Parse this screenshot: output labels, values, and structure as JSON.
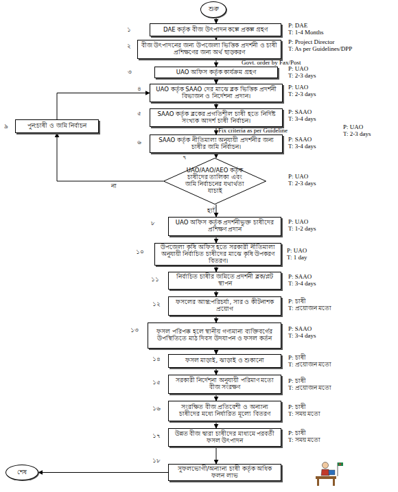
{
  "diagram": {
    "nodes": [
      {
        "text": [
          "শুরু"
        ]
      },
      {
        "text": [
          "DAE কর্তৃক বীজ উৎপাদন কল্পে প্রকল্প গ্রহণ"
        ]
      },
      {
        "text": [
          "বীজ উৎপাদনের জন্য উপজেলা ভিত্তিক প্রদর্শনী ও চাষী প্রশিক্ষণের জন্য অর্থ ছাড়করণ"
        ]
      },
      {
        "text": [
          "UAO অফিস কর্তৃক কার্যক্রম গ্রহণ"
        ]
      },
      {
        "text": [
          "UAO কর্তৃক SAAO দের মাঝে ব্লক ভিত্তিক প্রদর্শনী বিভাজন ও নির্দেশনা প্রদান।"
        ]
      },
      {
        "text": [
          "SAAO কর্তৃক ব্লকের প্রগতিশীল চাষী হতে নির্দিষ্ট সংখ্যক আদর্শ চাষী নির্বাচন।"
        ]
      },
      {
        "text": [
          "SAAO কর্তৃক নীতিমালা অনুযায়ী প্রদর্শনীর জন্য চাষীর জমি নির্বাচন।"
        ]
      },
      {
        "text": [
          "UAO/AAO/AEO কর্তৃক চাষীদের তালিকা এবং জমি নির্বাচনের যথার্থতা যাচাই"
        ]
      },
      {
        "text": [
          "পুন:চাষী ও জমি নির্বাচন"
        ]
      },
      {
        "text": [
          "UAO অফিস কর্তৃক প্রদর্শনীভুক্ত চাষীদের প্রশিক্ষণ প্রদান"
        ]
      },
      {
        "text": [
          "উপজেলা কৃষি অফিস হতে সরকারী নীতিমালা অনুযায়ী নির্বাচিত চাষীদের মাঝে কৃষি উপকরণ বিতরণ।"
        ]
      },
      {
        "text": [
          "নির্বাচিত চাষীর জমিতে প্রদর্শনী ব্লক/প্লট স্থাপন"
        ]
      },
      {
        "text": [
          "ফসলের আন্ত:পরিচর্যা, সার ও কীটনাশক প্রয়োগ"
        ]
      },
      {
        "text": [
          "ফসল পরিপক্ক হলে স্থানীয় গণ্যমান্য ব্যক্তিবর্গের উপস্থিতিতে মাঠ দিবস উদযাপন ও ফসল কর্তন"
        ]
      },
      {
        "text": [
          "ফসল মাড়াই, ঝাড়াই ও শুকানো"
        ]
      },
      {
        "text": [
          "সরকারী নির্দেশনা অনুযায়ী পরিমাণ মতো বীজ সংরক্ষণ"
        ]
      },
      {
        "text": [
          "সংরক্ষিত বীজ প্রতিবেশী ও অন্যান্য চাষীদের মধ্যে নির্ধারিত মূল্যে বিতরণ"
        ]
      },
      {
        "text": [
          "উন্নত বীজ দ্বারা চাষীদের মাধ্যমে পরবর্তী ফসল উৎপাদন"
        ]
      },
      {
        "text": [
          "সুফলভোগী/অন্যান্য চাষী কর্তৃক অধিক ফলন লাভ"
        ]
      },
      {
        "text": [
          "শেষ"
        ]
      }
    ],
    "edges": [
      {
        "from": 0,
        "to": 1,
        "arrow": "to"
      },
      {
        "from": 1,
        "to": 2,
        "arrow": "to"
      },
      {
        "from": 2,
        "to": 3,
        "arrow": "to"
      },
      {
        "from": 3,
        "to": 4,
        "arrow": "to"
      },
      {
        "from": 4,
        "to": 5,
        "arrow": "to"
      },
      {
        "from": 5,
        "to": 6,
        "arrow": "to"
      },
      {
        "from": 6,
        "to": 7,
        "arrow": "to"
      },
      {
        "from": 7,
        "to": 8,
        "label": "না",
        "arrow": "to"
      },
      {
        "from": 8,
        "to": 4,
        "arrow": "to"
      },
      {
        "from": 7,
        "to": 9,
        "label": "হ্যাঁ",
        "arrow": "to"
      },
      {
        "from": 9,
        "to": 10,
        "arrow": "to"
      },
      {
        "from": 10,
        "to": 11,
        "arrow": "to"
      },
      {
        "from": 11,
        "to": 12,
        "arrow": "to"
      },
      {
        "from": 12,
        "to": 13,
        "arrow": "to"
      },
      {
        "from": 13,
        "to": 14,
        "arrow": "to"
      },
      {
        "from": 14,
        "to": 15,
        "arrow": "to"
      },
      {
        "from": 15,
        "to": 16,
        "arrow": "to"
      },
      {
        "from": 16,
        "to": 17,
        "arrow": "to"
      },
      {
        "from": 17,
        "to": 18,
        "arrow": "to"
      },
      {
        "from": 18,
        "to": 19,
        "arrow": "to"
      }
    ],
    "labels": [
      "১",
      "P: DAE",
      "T: 1-4 Months",
      "২",
      "P: Project Director",
      "T: As per Guidelines/DPP",
      "Govt. order by Fax/Post",
      "৩",
      "P: UAO",
      "T: 2-3 days",
      "৪",
      "P: UAO",
      "T: 2-3 days",
      "৫",
      "P: SAAO",
      "T: 3-4 days",
      "Fix criteria as per Guideline",
      "৬",
      "P: SAAO",
      "T: 3-4 days",
      "P: UAO",
      "T: 2-3 days",
      "৭",
      "P: UAO",
      "T: 2-3 days",
      "৯",
      "৮",
      "P: UAO",
      "T: 1-2 days",
      "১০",
      "P: UAO",
      "T: 1 day",
      "১১",
      "P: SAAO",
      "T: 3-4 days",
      "১২",
      "P: চাষী",
      "T: প্রয়োজন মতো",
      "১৩",
      "P: SAAO",
      "T: 3-4 days",
      "১৪",
      "P: চাষী",
      "T: প্রয়োজন মতো",
      "১৫",
      "P: চাষী",
      "T: প্রয়োজন মতো",
      "১৬",
      "P: চাষী",
      "T: সময় মতো",
      "১৭",
      "P: চাষী",
      "T: সময় মতো",
      "১৮"
    ]
  }
}
